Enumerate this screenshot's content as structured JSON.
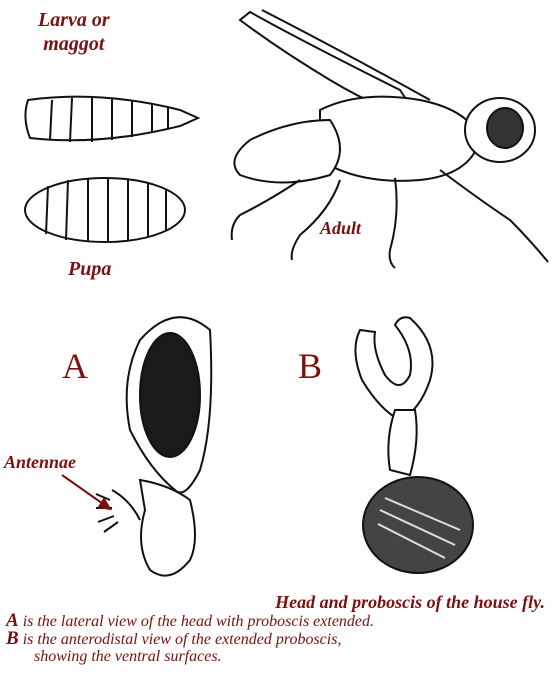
{
  "labels": {
    "larva_line1": "Larva or",
    "larva_line2": "maggot",
    "pupa": "Pupa",
    "adult": "Adult",
    "view_a": "A",
    "view_b": "B",
    "antennae": "Antennae"
  },
  "caption": {
    "title": "Head and proboscis of the house fly.",
    "a_key": "A",
    "a_text": " is the lateral view of the head with proboscis extended.",
    "b_key": "B",
    "b_text": " is the anterodistal view of the extended proboscis,",
    "b_text2": "showing the ventral surfaces."
  },
  "colors": {
    "label": "#7a1010",
    "ink": "#111111"
  }
}
